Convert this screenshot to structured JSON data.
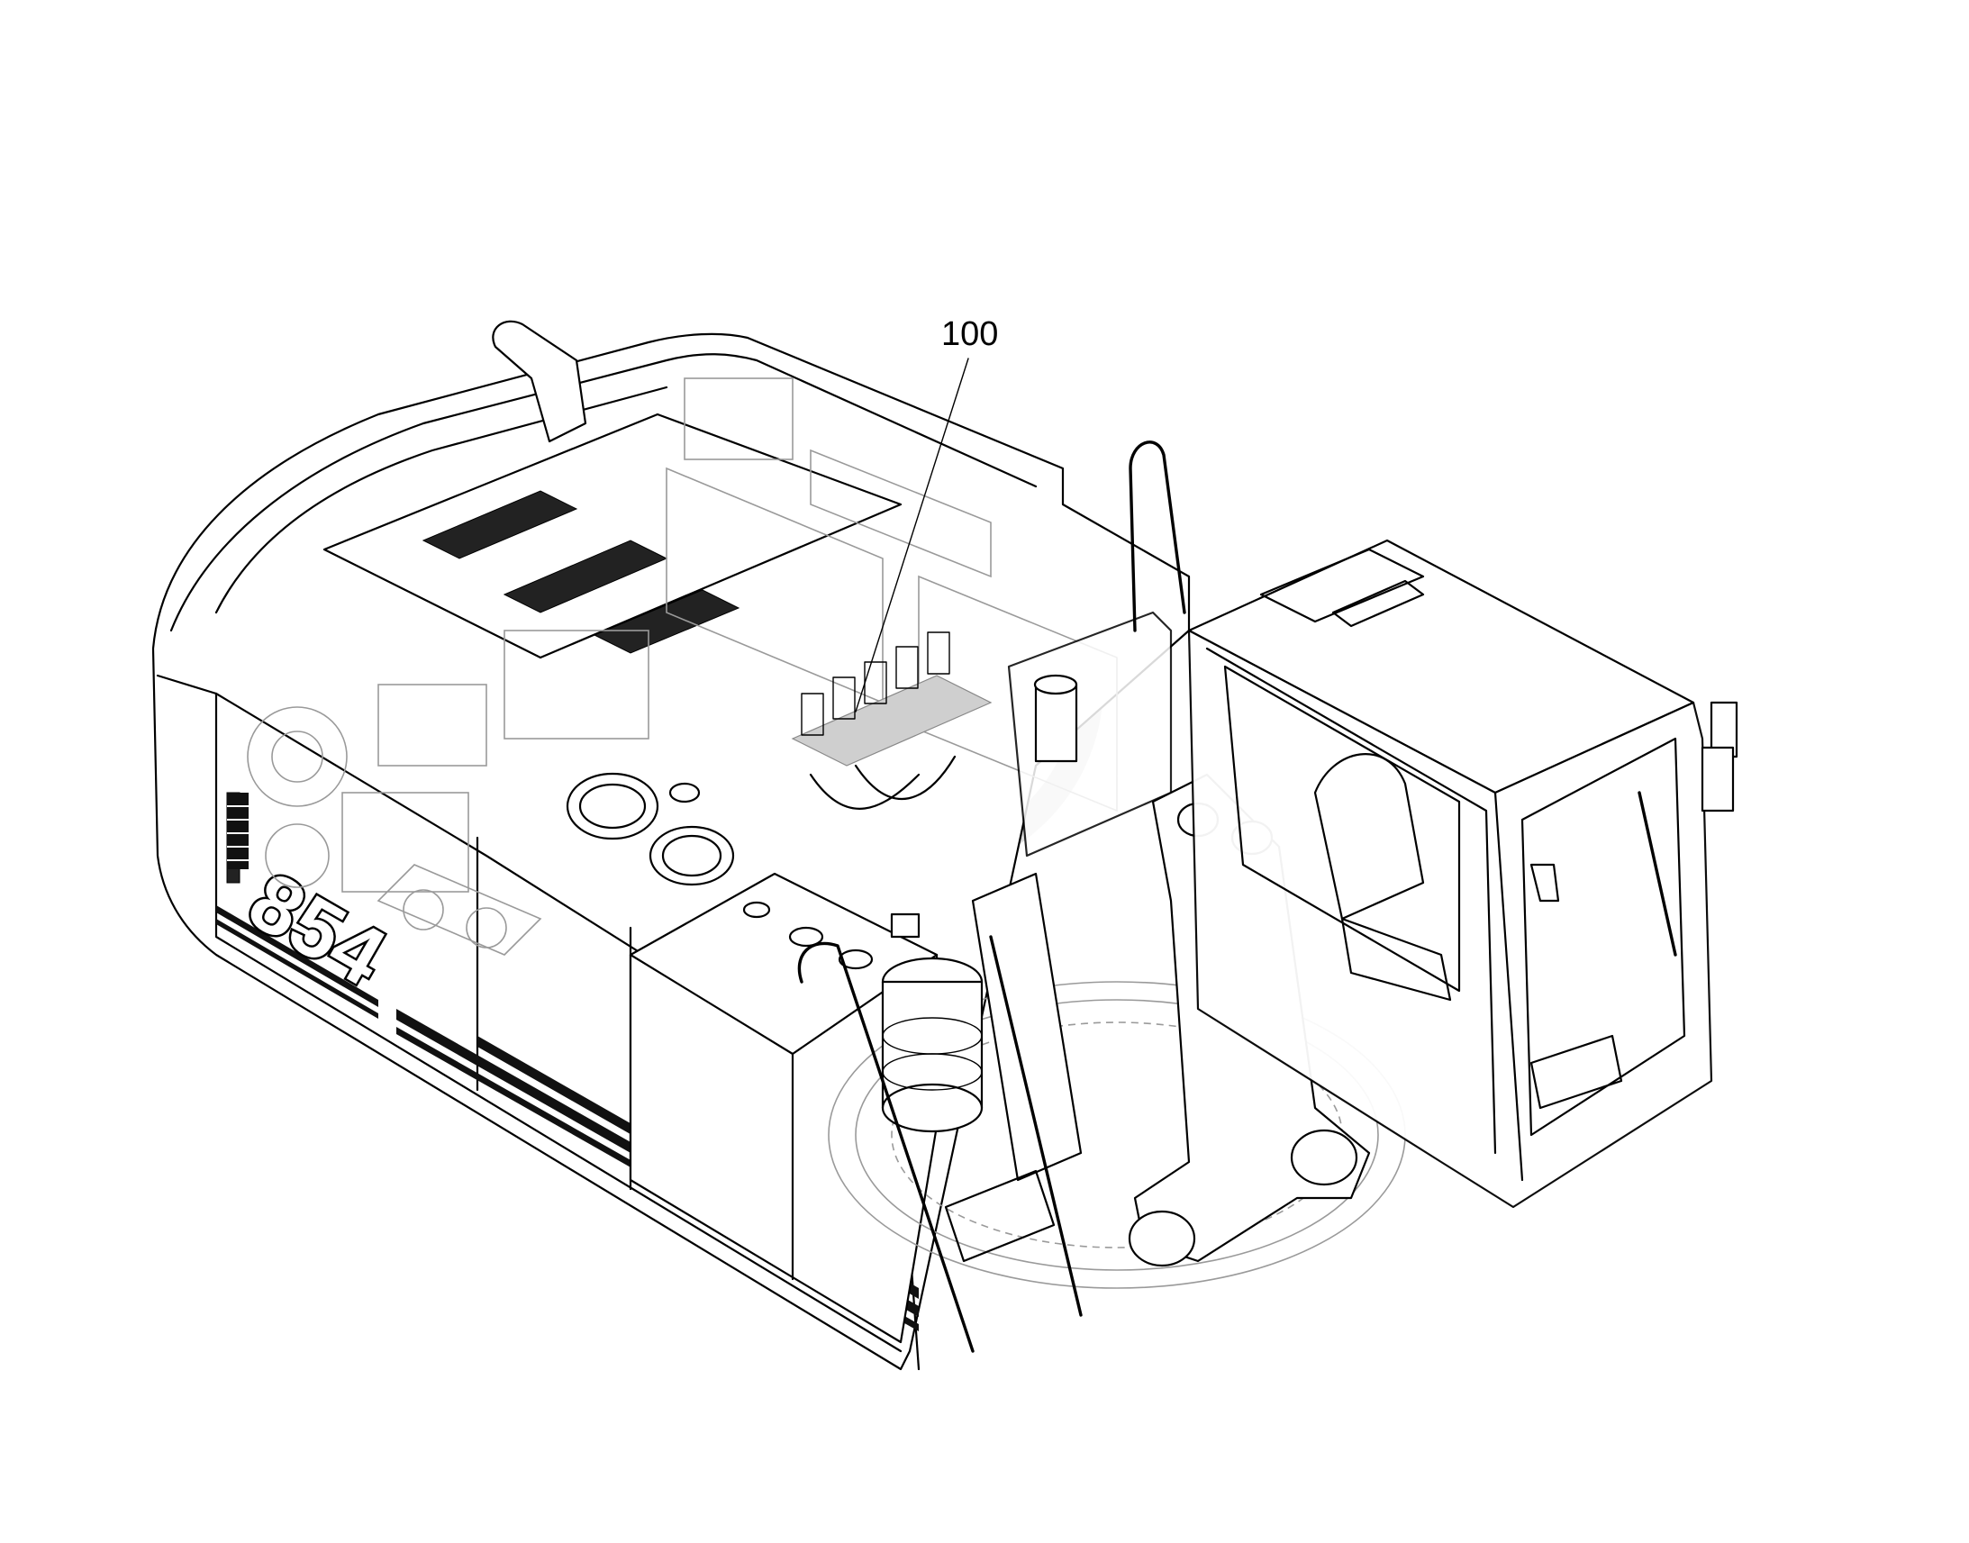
{
  "callouts": [
    {
      "label": "100"
    }
  ],
  "model_decal": "854",
  "icons": {
    "watermark": "watermark-logo"
  }
}
